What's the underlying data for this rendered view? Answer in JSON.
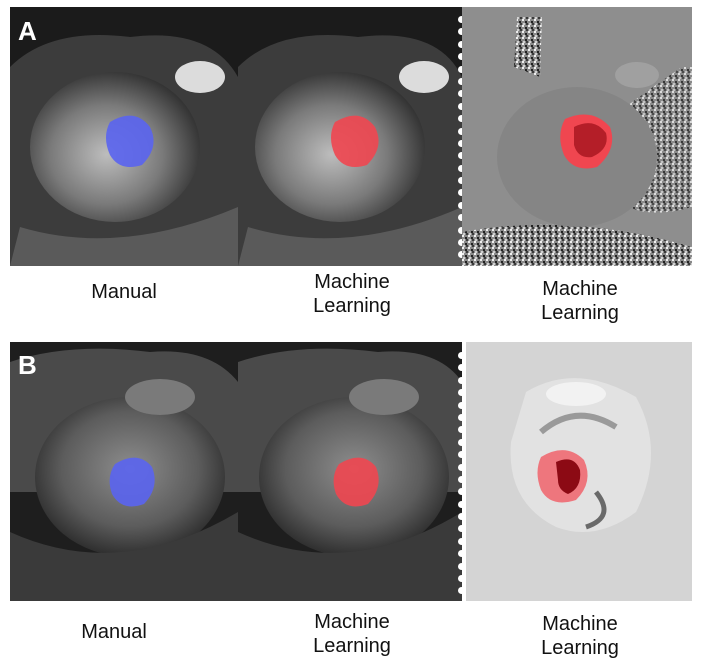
{
  "figure": {
    "rows": [
      {
        "letter": "A",
        "captions": [
          "Manual",
          "Machine\nLearning",
          "Machine\nLearning"
        ],
        "overlay_colors": {
          "manual": "#5a64f0",
          "ml": "#f04650",
          "ml_dark": "#b41e28"
        }
      },
      {
        "letter": "B",
        "captions": [
          "Manual",
          "Machine\nLearning",
          "Machine\nLearning"
        ],
        "overlay_colors": {
          "manual": "#5a64f0",
          "ml": "#f04650",
          "ml_dark": "#8c0a14"
        }
      }
    ]
  }
}
